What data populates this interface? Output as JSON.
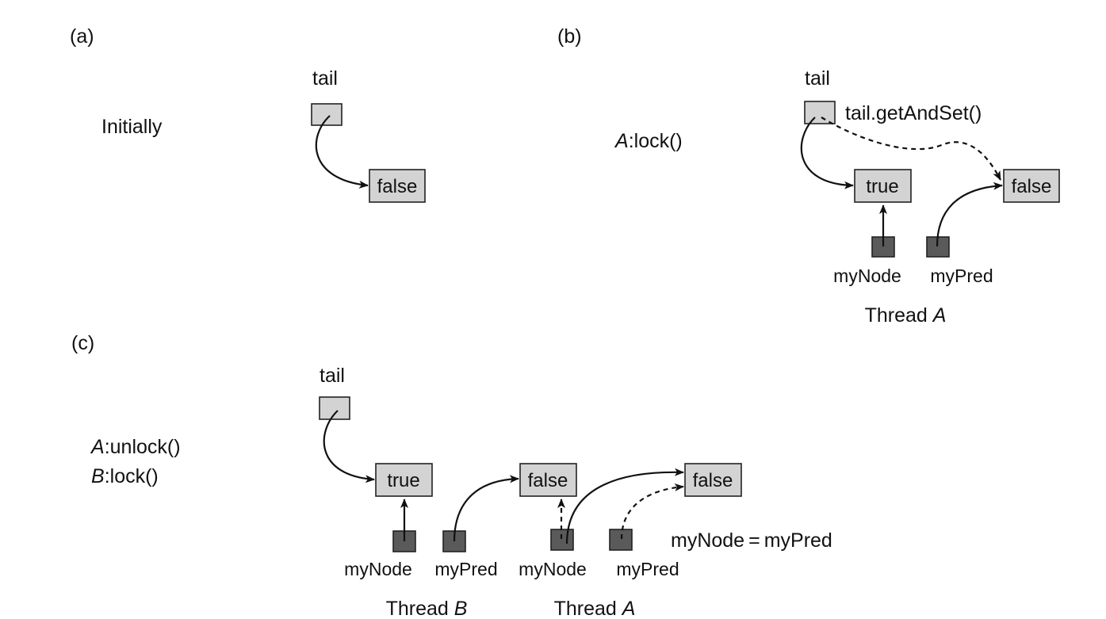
{
  "panels": {
    "a": {
      "label": "(a)",
      "caption": "Initially",
      "tail_label": "tail",
      "node_value": "false"
    },
    "b": {
      "label": "(b)",
      "caption_thread": "A",
      "caption_call": ":lock()",
      "tail_label": "tail",
      "tail_op": "tail.getAndSet()",
      "node_true": "true",
      "node_false": "false",
      "mynode_label": "myNode",
      "mypred_label": "myPred",
      "thread_prefix": "Thread ",
      "thread_name": "A"
    },
    "c": {
      "label": "(c)",
      "line1_thread": "A",
      "line1_call": ":unlock()",
      "line2_thread": "B",
      "line2_call": ":lock()",
      "tail_label": "tail",
      "node_true": "true",
      "node_false_1": "false",
      "node_false_2": "false",
      "threadB_mynode": "myNode",
      "threadB_mypred": "myPred",
      "threadA_mynode": "myNode",
      "threadA_mypred": "myPred",
      "assign_note": "myNode = myPred",
      "threadB_prefix": "Thread ",
      "threadB_name": "B",
      "threadA_prefix": "Thread ",
      "threadA_name": "A"
    }
  }
}
